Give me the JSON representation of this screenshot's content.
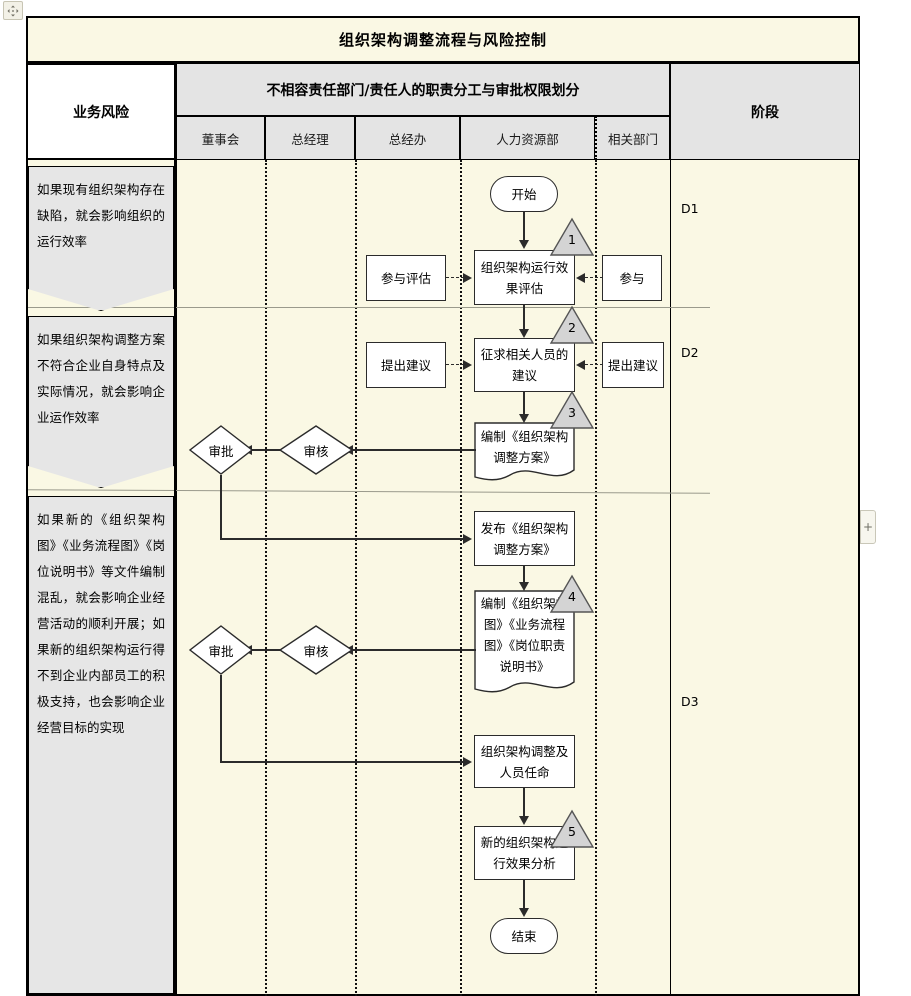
{
  "window": {
    "move_handle_icon": "move-handle-icon",
    "expand_button_label": "+"
  },
  "title": "组织架构调整流程与风险控制",
  "header": {
    "risk_column": "业务风险",
    "dept_group": "不相容责任部门/责任人的职责分工与审批权限划分",
    "stage_column": "阶段",
    "lanes": [
      "董事会",
      "总经理",
      "总经办",
      "人力资源部",
      "相关部门"
    ]
  },
  "risks": [
    {
      "id": "risk-1",
      "text": "如果现有组织架构存在缺陷，就会影响组织的运行效率"
    },
    {
      "id": "risk-2",
      "text": "如果组织架构调整方案不符合企业自身特点及实际情况，就会影响企业运作效率"
    },
    {
      "id": "risk-3",
      "text": "如果新的《组织架构图》《业务流程图》《岗位说明书》等文件编制混乱，就会影响企业经营活动的顺利开展；如果新的组织架构运行得不到企业内部员工的积极支持，也会影响企业经营目标的实现"
    }
  ],
  "stages": [
    {
      "label": "D1"
    },
    {
      "label": "D2"
    },
    {
      "label": "D3"
    }
  ],
  "nodes": {
    "start": "开始",
    "n1": "组织架构运行效果评估",
    "n2": "征求相关人员的建议",
    "n3": "编制《组织架构调整方案》",
    "n4": "发布《组织架构调整方案》",
    "n5": "编制《组织架构图》《业务流程图》《岗位职责说明书》",
    "n6": "组织架构调整及人员任命",
    "n7": "新的组织架构运行效果分析",
    "end": "结束"
  },
  "side_nodes": {
    "left_1": "参与评估",
    "left_2": "提出建议",
    "right_1": "参与",
    "right_2": "提出建议",
    "review_1": "审核",
    "approve_1": "审批",
    "review_2": "审核",
    "approve_2": "审批"
  },
  "badges": [
    "1",
    "2",
    "3",
    "4",
    "5"
  ],
  "colors": {
    "canvas": "#faf8e4",
    "header_fill": "#e4e4e4",
    "risk_fill": "#e6e6e6",
    "node_fill": "#ffffff",
    "badge_fill": "#d4d4d4",
    "line": "#2b2b2b"
  }
}
